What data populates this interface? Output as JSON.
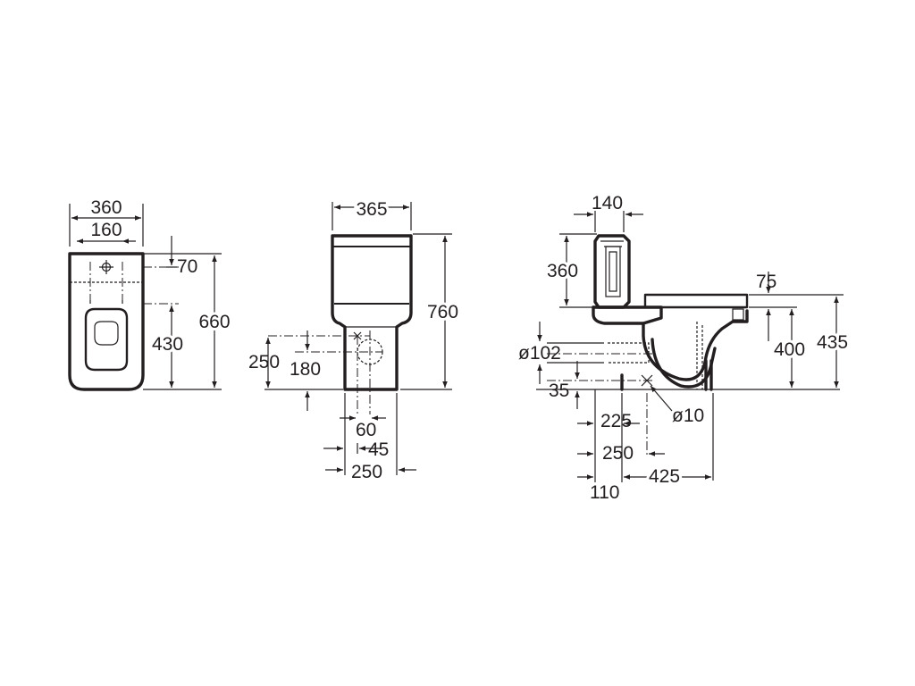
{
  "drawing": {
    "top_view": {
      "width_overall": "360",
      "fixing_spacing": "160",
      "fixing_offset": "70",
      "length_overall": "660",
      "fixing_to_rear": "430"
    },
    "front_view": {
      "width_overall": "365",
      "height_overall": "760",
      "inlet_height": "250",
      "outlet_height": "180",
      "inlet_offset_a": "60",
      "inlet_offset_b": "45",
      "base_width": "250"
    },
    "side_view": {
      "cistern_depth": "140",
      "cistern_height": "360",
      "seat_overhang": "75",
      "pan_height": "400",
      "seat_height": "435",
      "outlet_diameter": "ø102",
      "outlet_centre": "35",
      "outlet_from_wall_a": "225",
      "fixing_diameter": "ø10",
      "outlet_from_wall_b": "250",
      "wall_offset": "110",
      "projection": "425"
    }
  }
}
